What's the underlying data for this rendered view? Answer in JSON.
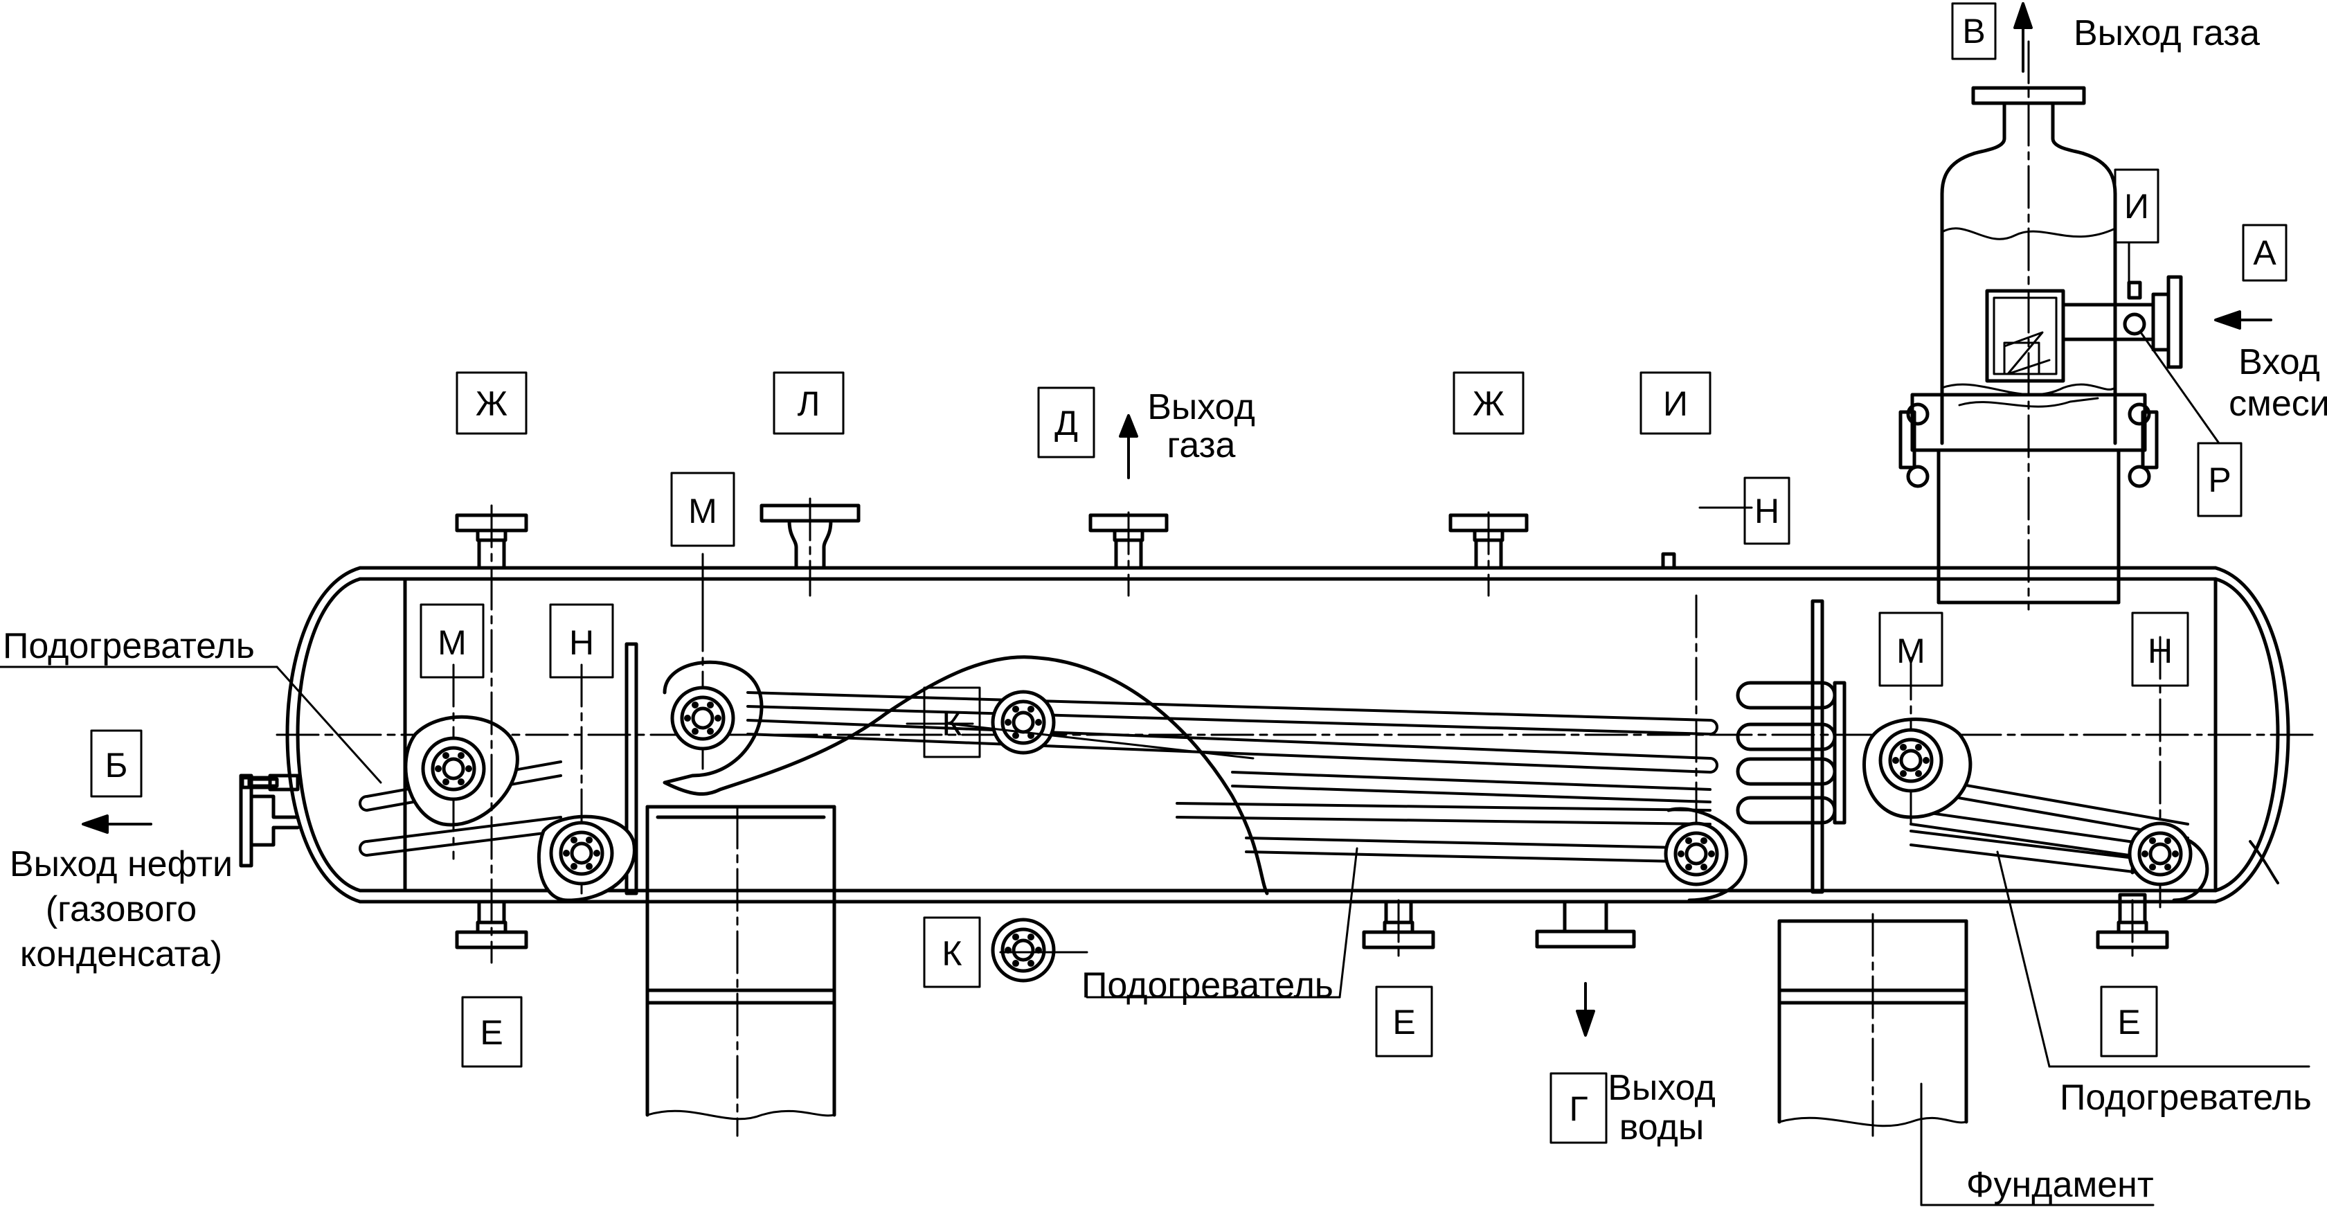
{
  "colors": {
    "stroke": "#000000",
    "background": "#ffffff"
  },
  "boxes": {
    "V": "В",
    "A": "А",
    "I_top": "И",
    "R": "Р",
    "ZH_left": "Ж",
    "L": "Л",
    "D": "Д",
    "ZH_right": "Ж",
    "I_mid": "И",
    "N_top": "Н",
    "M_top": "М",
    "M_left": "М",
    "N_left": "Н",
    "B": "Б",
    "K_mid": "К",
    "K_bot": "К",
    "E_left": "Е",
    "E_mid": "Е",
    "G": "Г",
    "M_right": "М",
    "N_right": "Н",
    "E_right": "Е"
  },
  "labels": {
    "gas_out_top": "Выход газа",
    "mix_in_line1": "Вход",
    "mix_in_line2": "смеси",
    "gas_out_mid_line1": "Выход",
    "gas_out_mid_line2": "газа",
    "heater_left": "Подогреватель",
    "oil_out_line1": "Выход нефти",
    "oil_out_line2": "(газового",
    "oil_out_line3": "конденсата)",
    "heater_bottom": "Подогреватель",
    "water_out_line1": "Выход",
    "water_out_line2": "воды",
    "heater_right": "Подогреватель",
    "foundation": "Фундамент"
  }
}
